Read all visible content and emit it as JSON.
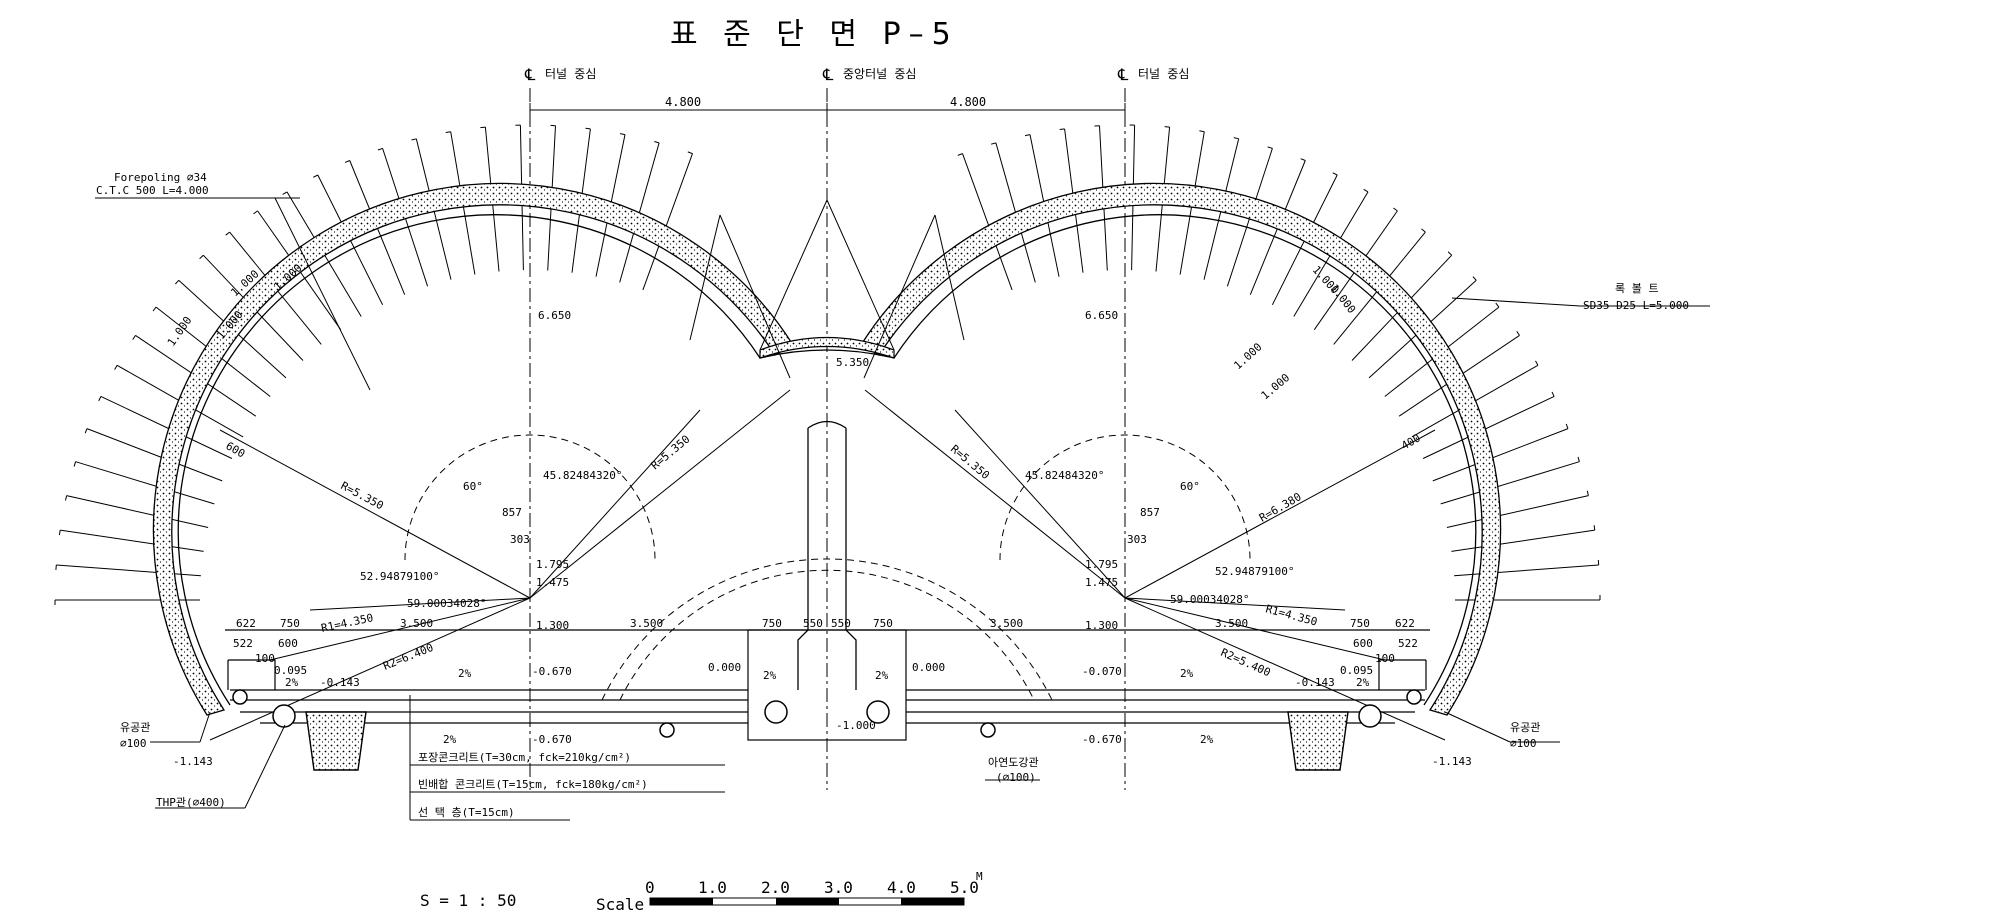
{
  "title": "표 준 단 면 P–5",
  "centerlines": {
    "left": "터널 중심",
    "middle": "중앙터널 중심",
    "right": "터널 중심",
    "symbol": "℄"
  },
  "top_dimensions": {
    "left": "4.800",
    "right": "4.800"
  },
  "notes": {
    "forepoling_1": "Forepoling ∅34",
    "forepoling_2": "C.T.C 500 L=4.000",
    "rockbolt_title": "록 볼 트",
    "rockbolt_spec": "SD35 D25 L=5.000",
    "drain_left_1": "유공관",
    "drain_left_2": "∅100",
    "drain_right_1": "유공관",
    "drain_right_2": "∅100",
    "thp": "THP관(∅400)",
    "pipe_center_1": "아연도강관",
    "pipe_center_2": "(∅100)"
  },
  "legend": {
    "row1": "포장콘크리트(T=30cm, fck=210kg/cm²)",
    "row2": "빈배합 콘크리트(T=15cm, fck=180kg/cm²)",
    "row3": "선  택  층(T=15cm)"
  },
  "left_dims": {
    "crown": "6.650",
    "r_main": "R=5.350",
    "r_inner": "R=5.350",
    "r1": "R1=4.350",
    "r2": "R2=6.400",
    "ang60": "60°",
    "ang_a": "45.82484320°",
    "ang_b": "52.94879100°",
    "ang_c": "59.00034028°",
    "d857": "857",
    "d303": "303",
    "d1795": "1.795",
    "d1475": "1.475",
    "d1300": "1.300",
    "d3500a": "3.500",
    "d3500b": "3.500",
    "d0670a": "-0.670",
    "d0670b": "-0.670",
    "d622": "622",
    "d750": "750",
    "d522": "522",
    "d600": "600",
    "d100": "100",
    "d095": "0.095",
    "d143": "-0.143",
    "d1143": "-1.143",
    "slope1": "2%",
    "slope2": "2%",
    "slope3": "2%",
    "bolt_d1": "1.000",
    "bolt_d2": "1.000",
    "bolt_d3": "1.000",
    "bolt_d4": "1.000",
    "r_outer": "600"
  },
  "center_dims": {
    "crown": "5.350",
    "d750a": "750",
    "d550a": "550",
    "d550b": "550",
    "d750b": "750",
    "d000a": "0.000",
    "d000b": "0.000",
    "slope_a": "2%",
    "slope_b": "2%",
    "bottom": "-1.000"
  },
  "right_dims": {
    "crown": "6.650",
    "r_main": "R=5.350",
    "r_outer": "R=6.380",
    "r1": "R1=4.350",
    "r2": "R2=5.400",
    "ang60": "60°",
    "ang_a": "45.82484320°",
    "ang_b": "52.94879100°",
    "ang_c": "59.00034028°",
    "d857": "857",
    "d303": "303",
    "d1795": "1.795",
    "d1475": "1.475",
    "d1300": "1.300",
    "d3500a": "3.500",
    "d3500b": "3.500",
    "d0670a": "-0.070",
    "d0670b": "-0.670",
    "d622": "622",
    "d750": "750",
    "d522": "522",
    "d600": "600",
    "d100": "100",
    "d095": "0.095",
    "d143": "-0.143",
    "d1143": "-1.143",
    "slope1": "2%",
    "slope2": "2%",
    "slope3": "2%",
    "bolt_d1": "1.000",
    "bolt_d2": "1.000",
    "bolt_d3": "1.000",
    "bolt_d4": "1.000",
    "r_tag": "400"
  },
  "footer": {
    "scale_text": "S = 1 : 50",
    "scale_label": "Scale",
    "unit": "M",
    "ticks": [
      "0",
      "1.0",
      "2.0",
      "3.0",
      "4.0",
      "5.0"
    ]
  }
}
